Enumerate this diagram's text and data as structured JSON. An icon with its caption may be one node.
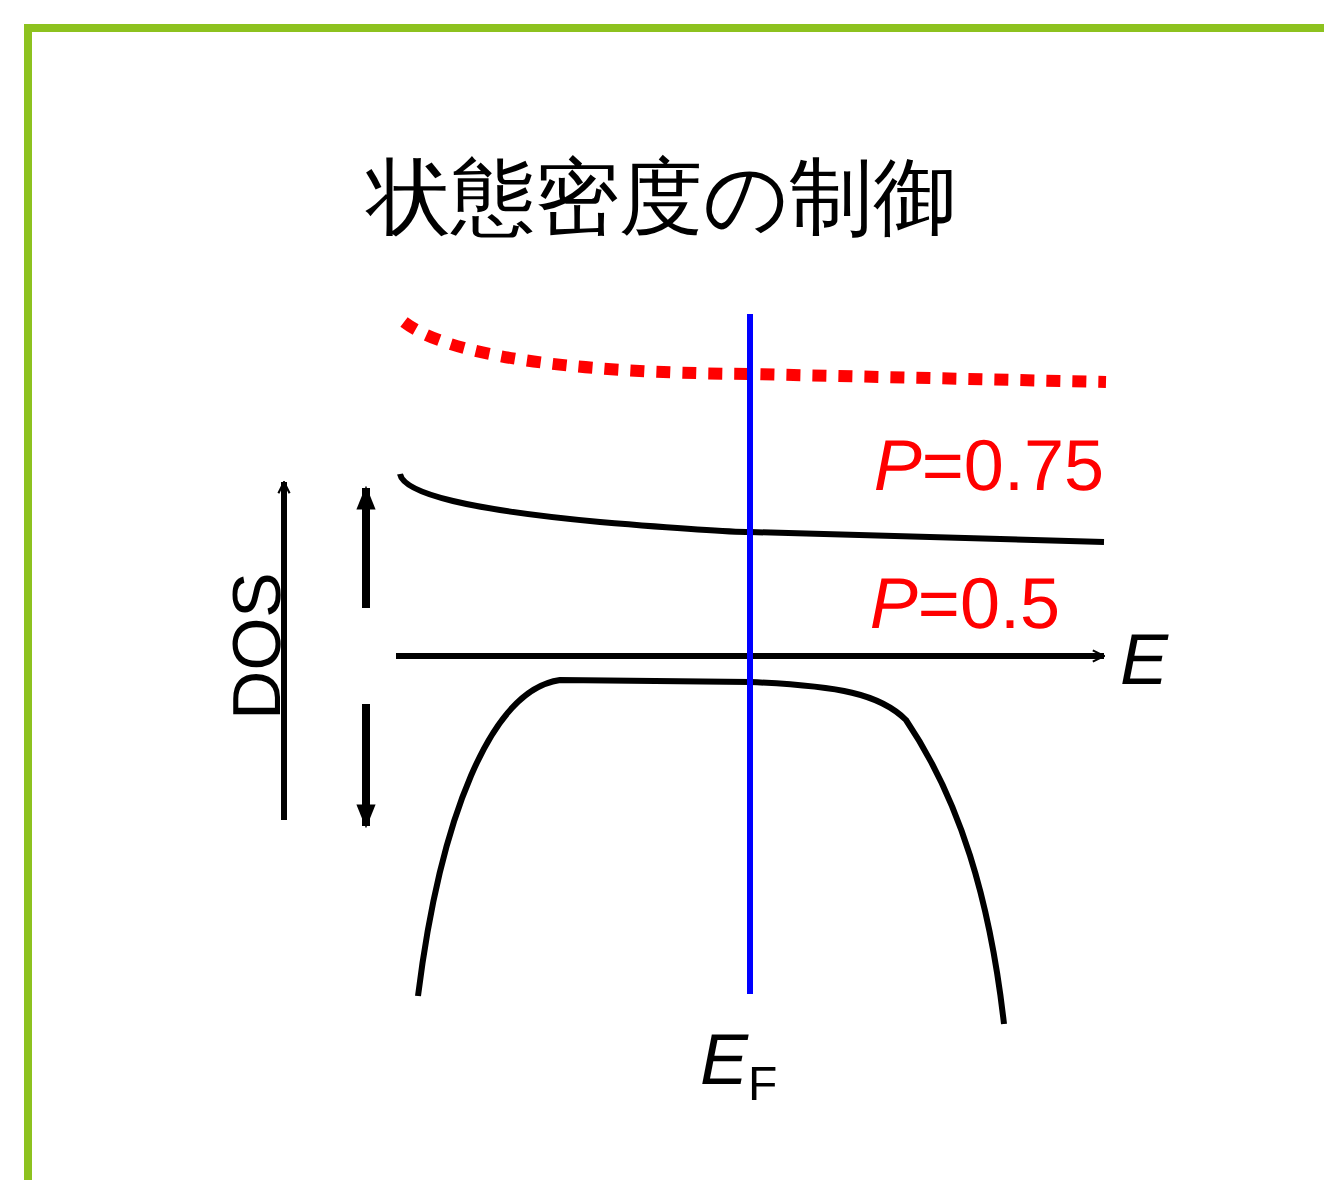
{
  "diagram": {
    "title": "状態密度の制御",
    "labels": [
      "DOS",
      "*P*=0.75",
      "*P*=0.5",
      "E",
      "*E*$_{F}$"
    ]
  }
}
